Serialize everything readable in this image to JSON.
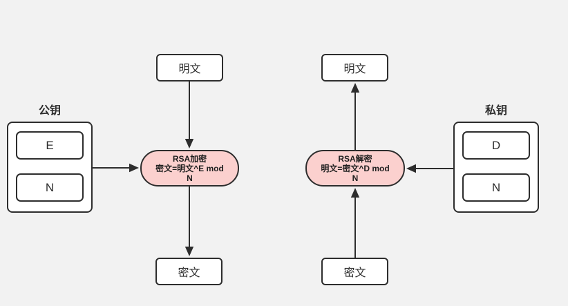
{
  "canvas": {
    "background": "#f2f2f2",
    "node_fill": "#ffffff",
    "process_fill": "#fbd0ce",
    "stroke": "#2d2d2d"
  },
  "encrypt_flow": {
    "plaintext_label": "明文",
    "process_title": "RSA加密",
    "process_formula_line1": "密文=明文^E mod",
    "process_formula_line2": "N",
    "ciphertext_label": "密文",
    "key_title": "公钥",
    "key_parts": [
      "E",
      "N"
    ]
  },
  "decrypt_flow": {
    "plaintext_label": "明文",
    "process_title": "RSA解密",
    "process_formula_line1": "明文=密文^D mod",
    "process_formula_line2": "N",
    "ciphertext_label": "密文",
    "key_title": "私钥",
    "key_parts": [
      "D",
      "N"
    ]
  }
}
